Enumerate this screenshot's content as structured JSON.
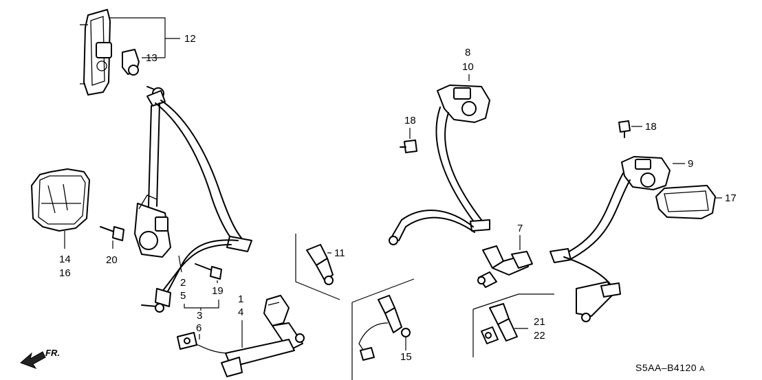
{
  "diagram_code": "S5AA–B4120",
  "diagram_code_suffix": "A",
  "direction_label": "FR.",
  "callouts": {
    "c1": "1",
    "c2": "2",
    "c3": "3",
    "c4": "4",
    "c5": "5",
    "c6": "6",
    "c7": "7",
    "c8": "8",
    "c9": "9",
    "c10": "10",
    "c11": "11",
    "c12": "12",
    "c13": "13",
    "c14": "14",
    "c15": "15",
    "c16": "16",
    "c17": "17",
    "c18a": "18",
    "c18b": "18",
    "c19": "19",
    "c20": "20",
    "c21": "21",
    "c22": "22"
  }
}
